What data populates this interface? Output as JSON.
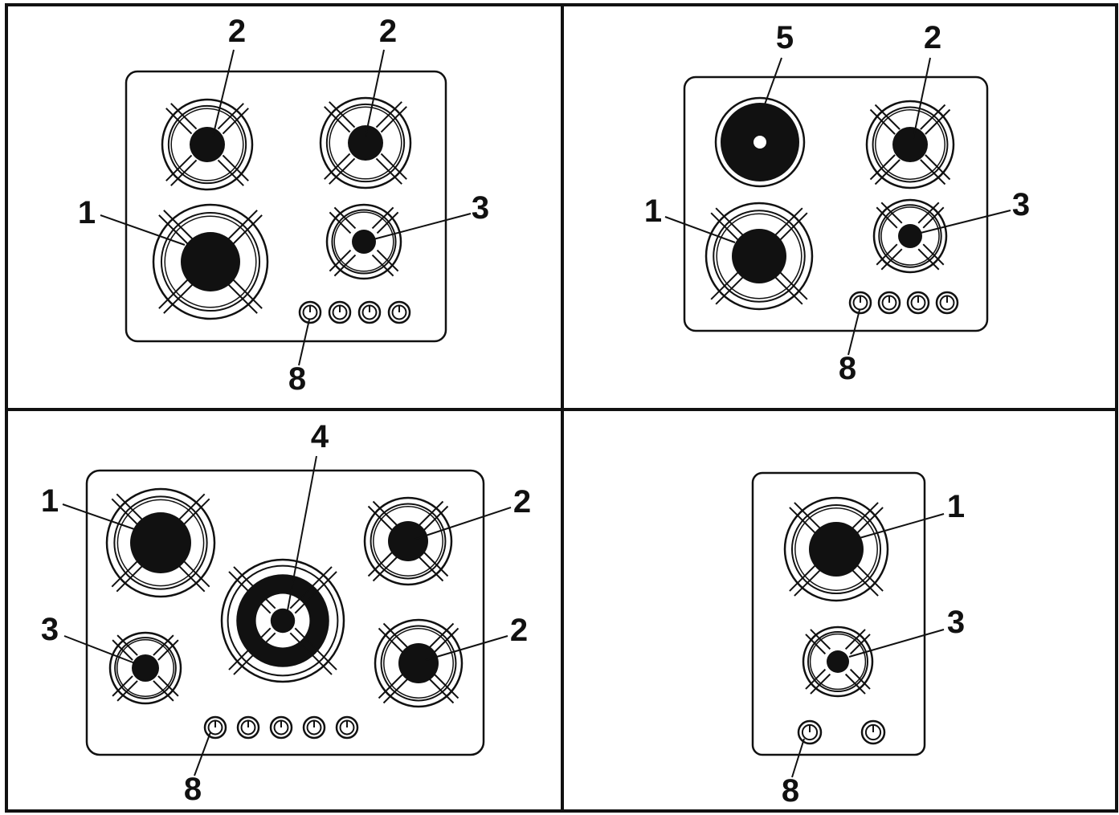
{
  "panels": [
    {
      "id": "panel-1",
      "burners": [
        {
          "kind": "gas",
          "size": "medium"
        },
        {
          "kind": "gas",
          "size": "medium"
        },
        {
          "kind": "gas",
          "size": "large"
        },
        {
          "kind": "gas",
          "size": "small"
        }
      ],
      "knob_count": 4,
      "callouts": [
        "2",
        "2",
        "1",
        "3",
        "8"
      ]
    },
    {
      "id": "panel-2",
      "burners": [
        {
          "kind": "electric-hotplate",
          "size": "large"
        },
        {
          "kind": "gas",
          "size": "medium"
        },
        {
          "kind": "gas",
          "size": "large"
        },
        {
          "kind": "gas",
          "size": "small"
        }
      ],
      "knob_count": 4,
      "callouts": [
        "5",
        "2",
        "1",
        "3",
        "8"
      ]
    },
    {
      "id": "panel-3",
      "burners": [
        {
          "kind": "gas",
          "size": "large"
        },
        {
          "kind": "gas",
          "size": "medium"
        },
        {
          "kind": "wok",
          "size": "x-large"
        },
        {
          "kind": "gas",
          "size": "small"
        },
        {
          "kind": "gas",
          "size": "medium"
        }
      ],
      "knob_count": 5,
      "callouts": [
        "1",
        "4",
        "2",
        "3",
        "2",
        "8"
      ]
    },
    {
      "id": "panel-4",
      "burners": [
        {
          "kind": "gas",
          "size": "large"
        },
        {
          "kind": "gas",
          "size": "small"
        }
      ],
      "knob_count": 2,
      "callouts": [
        "1",
        "3",
        "8"
      ]
    }
  ],
  "colors": {
    "ink": "#111111",
    "background": "#ffffff"
  }
}
